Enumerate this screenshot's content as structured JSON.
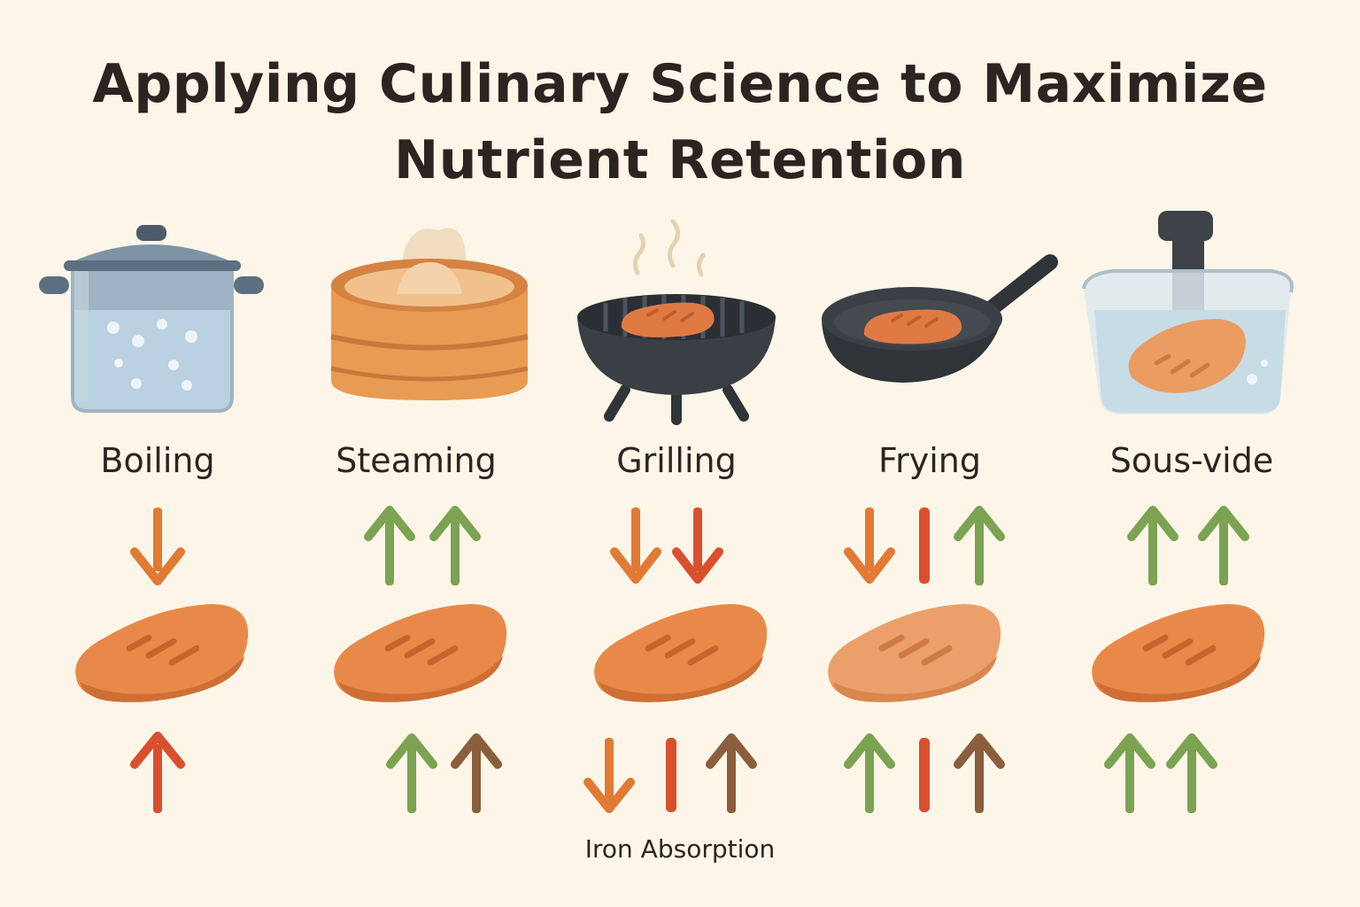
{
  "title": {
    "line1": "Applying Culinary Science to Maximize",
    "line2": "Nutrient Retention"
  },
  "footer_label": "Iron Absorption",
  "colors": {
    "background": "#fdf6e8",
    "arrow_orange": "#e07a35",
    "arrow_red": "#d9502f",
    "arrow_green": "#7ba352",
    "arrow_brown": "#8b5e3c",
    "chicken": "#e8894a"
  },
  "methods": [
    {
      "label": "Boiling",
      "icon": "boiling-pot-icon",
      "top_indicators": [
        "down-orange"
      ],
      "bottom_indicators": [
        "up-red"
      ]
    },
    {
      "label": "Steaming",
      "icon": "bamboo-steamer-icon",
      "top_indicators": [
        "up-green",
        "up-green"
      ],
      "bottom_indicators": [
        "up-green",
        "up-brown"
      ]
    },
    {
      "label": "Grilling",
      "icon": "grill-icon",
      "top_indicators": [
        "down-orange",
        "down-red"
      ],
      "bottom_indicators": [
        "down-orange",
        "bar-red",
        "up-brown"
      ]
    },
    {
      "label": "Frying",
      "icon": "frying-pan-icon",
      "top_indicators": [
        "down-orange",
        "bar-red",
        "up-green"
      ],
      "bottom_indicators": [
        "up-green",
        "bar-red",
        "up-brown"
      ]
    },
    {
      "label": "Sous-vide",
      "icon": "sous-vide-icon",
      "top_indicators": [
        "up-green",
        "up-green"
      ],
      "bottom_indicators": [
        "up-green",
        "up-green"
      ]
    }
  ]
}
